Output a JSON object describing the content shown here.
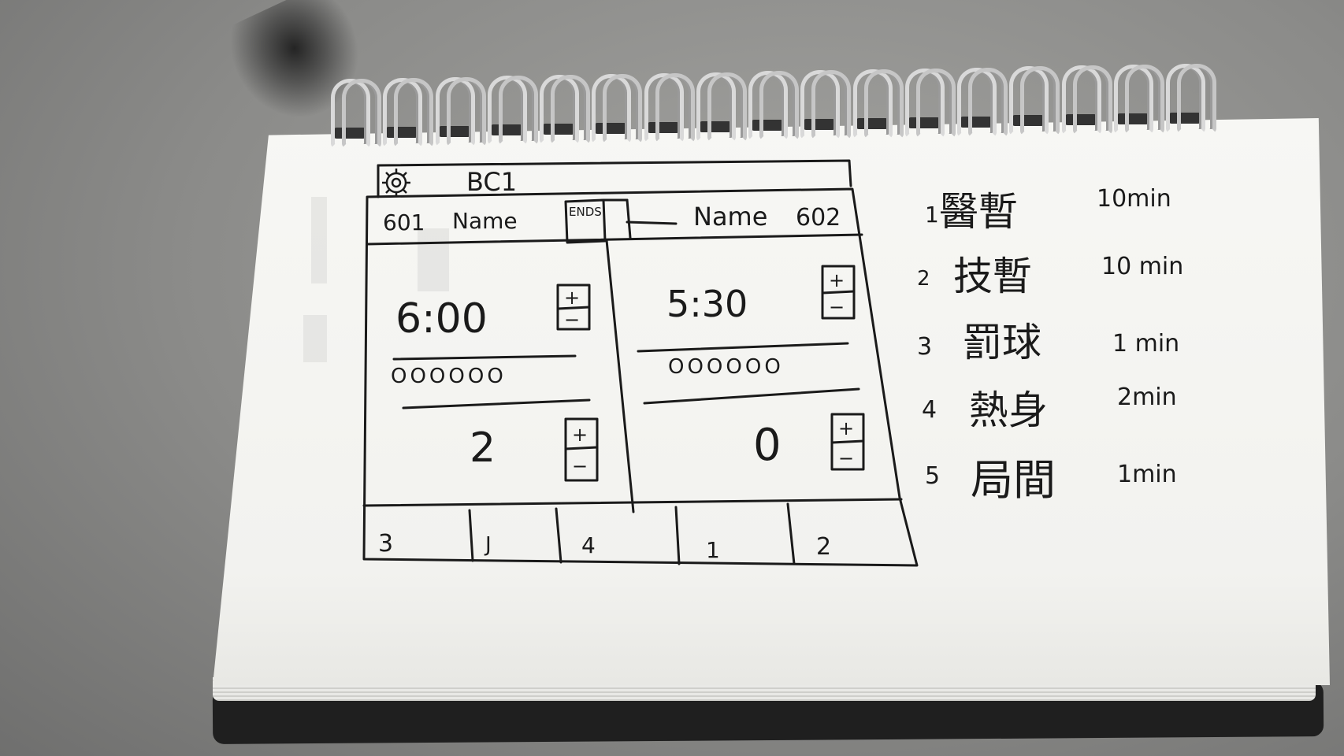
{
  "sketch": {
    "app_title": "BC1",
    "teams": [
      {
        "number": "601",
        "name": "Name",
        "time": "6:00",
        "fouls": "OOOOOO",
        "score": "2"
      },
      {
        "number": "602",
        "name": "Name",
        "time": "5:30",
        "fouls": "OOOOOO",
        "score": "0"
      }
    ],
    "ends_label": "ENDS",
    "plus_symbol": "+",
    "minus_symbol": "−",
    "bottom_row": [
      "3",
      "J",
      "4",
      "1",
      "2"
    ],
    "settings_icon": "gear-icon"
  },
  "timeouts": [
    {
      "index": "1",
      "label": "醫暫",
      "duration": "10min"
    },
    {
      "index": "2",
      "label": "技暫",
      "duration": "10 min"
    },
    {
      "index": "3",
      "label": "罰球",
      "duration": "1 min"
    },
    {
      "index": "4",
      "label": "熱身",
      "duration": "2min"
    },
    {
      "index": "5",
      "label": "局間",
      "duration": "1min"
    }
  ],
  "colors": {
    "ink": "#1a1a1a",
    "paper": "#f4f4f1",
    "background": "#8e8e8c"
  }
}
